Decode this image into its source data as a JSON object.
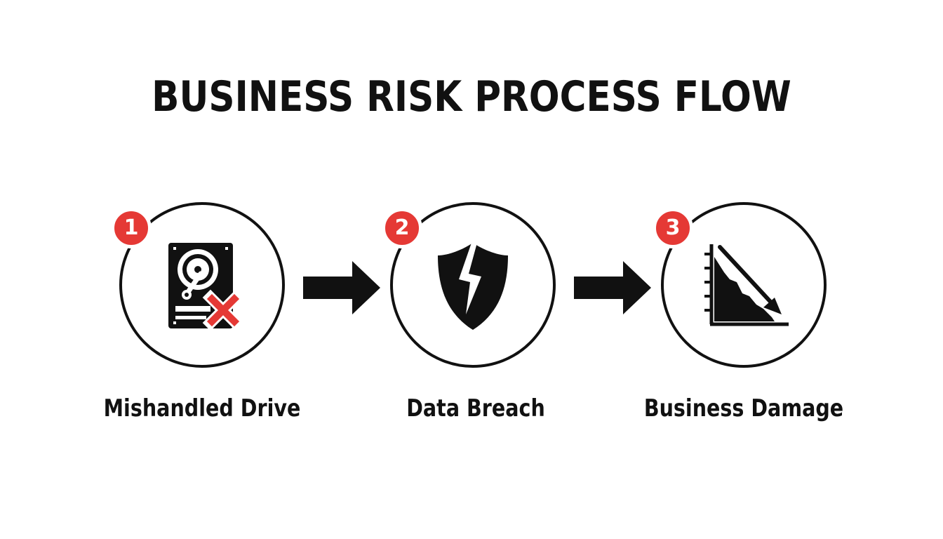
{
  "title": "BUSINESS RISK PROCESS FLOW",
  "accent_color": "#e53935",
  "ink_color": "#111111",
  "steps": [
    {
      "number": "1",
      "label": "Mishandled Drive",
      "icon": "hard-drive-x-icon"
    },
    {
      "number": "2",
      "label": "Data Breach",
      "icon": "broken-shield-icon"
    },
    {
      "number": "3",
      "label": "Business Damage",
      "icon": "declining-chart-icon"
    }
  ],
  "connectors": [
    "arrow-right-icon",
    "arrow-right-icon"
  ]
}
